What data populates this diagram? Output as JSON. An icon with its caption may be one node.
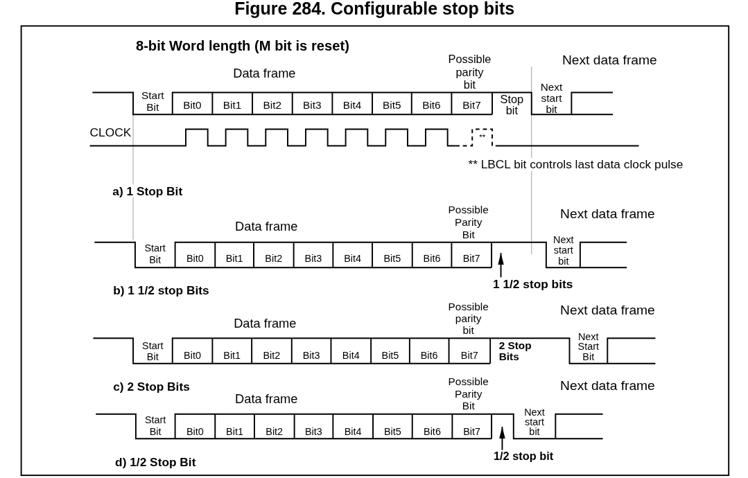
{
  "diagram": {
    "title": "Figure 284. Configurable stop bits",
    "nodes": [
      {
        "text": [
          "1 1/2 stop bits"
        ]
      },
      {
        "text": [
          "1/2 stop bit"
        ]
      }
    ],
    "edges": [
      {
        "from": 0,
        "to": null,
        "arrow": "to"
      },
      {
        "from": 1,
        "to": null,
        "arrow": "to"
      }
    ],
    "labels": [
      "8-bit Word length (M bit is reset)",
      "Data frame",
      "Possible parity bit",
      "Next data frame",
      "Start Bit",
      "Bit0",
      "Bit1",
      "Bit2",
      "Bit3",
      "Bit4",
      "Bit5",
      "Bit6",
      "Bit7",
      "Stop bit",
      "Next start bit",
      "CLOCK",
      "**",
      "** LBCL bit controls last data clock pulse",
      "a) 1 Stop Bit",
      "Data frame",
      "Possible Parity Bit",
      "Next data frame",
      "Start Bit",
      "Bit0",
      "Bit1",
      "Bit2",
      "Bit3",
      "Bit4",
      "Bit5",
      "Bit6",
      "Bit7",
      "Next start bit",
      "b) 1 1/2 stop Bits",
      "Data frame",
      "Possible parity bit",
      "Next data frame",
      "Start Bit",
      "Bit0",
      "Bit1",
      "Bit2",
      "Bit3",
      "Bit4",
      "Bit5",
      "Bit6",
      "Bit7",
      "2 Stop Bits",
      "Next Start Bit",
      "c) 2 Stop Bits",
      "Data frame",
      "Possible Parity Bit",
      "Next data frame",
      "Start Bit",
      "Bit0",
      "Bit1",
      "Bit2",
      "Bit3",
      "Bit4",
      "Bit5",
      "Bit6",
      "Bit7",
      "Next start bit",
      "d) 1/2 Stop Bit"
    ]
  }
}
